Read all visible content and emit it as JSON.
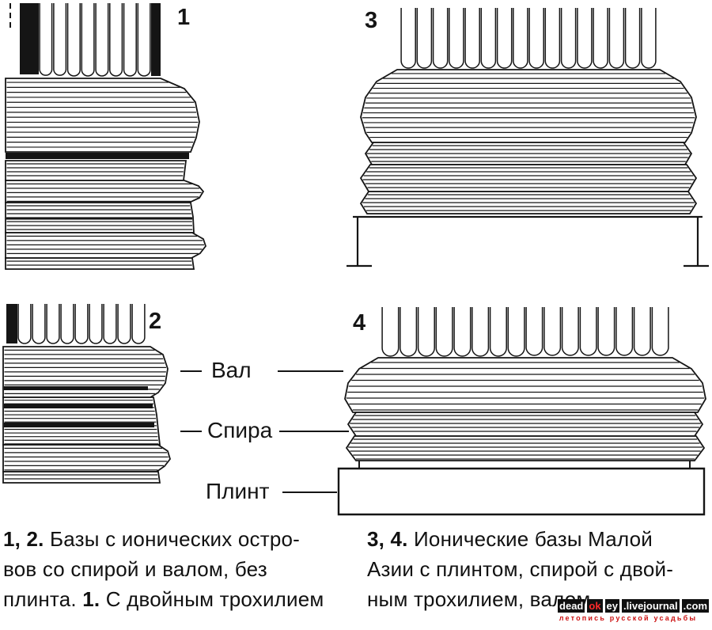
{
  "figures": {
    "fig1": {
      "number": "1"
    },
    "fig2": {
      "number": "2"
    },
    "fig3": {
      "number": "3"
    },
    "fig4": {
      "number": "4"
    }
  },
  "labels": {
    "val": "Вал",
    "spira": "Спира",
    "plinth": "Плинт"
  },
  "captions": {
    "left": {
      "l1_bold": "1, 2.",
      "l1_rest": " Базы с ионических остро-",
      "l2": "вов со спирой и валом, без",
      "l3_pre": "плинта. ",
      "l3_bold": "1.",
      "l3_rest": " С двойным трохилием"
    },
    "right": {
      "l1_bold": "3, 4.",
      "l1_rest": " Ионические базы Малой",
      "l2": "Азии с плинтом, спирой с двой-",
      "l3": "ным трохилием, валом"
    }
  },
  "watermark": {
    "site_part1": "dead",
    "site_part2": "ok",
    "site_part3": "ey",
    "site_domain1": ".livejournal",
    "site_domain2": ".com",
    "tagline": "летопись русской усадьбы"
  },
  "colors": {
    "ink": "#151515",
    "accent_red": "#cc1111"
  }
}
